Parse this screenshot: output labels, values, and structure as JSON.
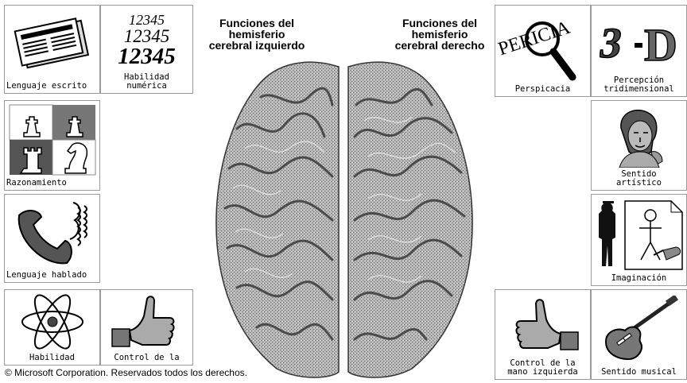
{
  "headings": {
    "left": "Funciones del\nhemisferio\ncerebral izquierdo",
    "right": "Funciones del\nhemisferio\ncerebral derecho"
  },
  "left_tiles": {
    "lenguaje_escrito": {
      "label": "Lenguaje escrito",
      "icon": "newspaper-icon"
    },
    "habilidad_numerica": {
      "label": "Habilidad\nnumérica",
      "numbers": [
        "12345",
        "12345",
        "12345"
      ],
      "icon": "numbers-icon"
    },
    "razonamiento": {
      "label": "Razonamiento",
      "icon": "chess-icon"
    },
    "lenguaje_hablado": {
      "label": "Lenguaje hablado",
      "icon": "telephone-icon"
    },
    "habilidad_cientifica": {
      "label": "Habilidad",
      "icon": "atom-icon"
    },
    "control_mano_derecha": {
      "label": "Control de la",
      "icon": "thumbs-up-hand-icon"
    }
  },
  "right_tiles": {
    "perspicacia": {
      "label": "Perspicacia",
      "lettering": "PERICIA",
      "icon": "magnifier-icon"
    },
    "percepcion": {
      "label": "Percepción\ntridimensional",
      "icon": "3d-icon"
    },
    "sentido_artistico": {
      "label": "Sentido\nartístico",
      "icon": "portrait-icon"
    },
    "imaginacion": {
      "label": "Imaginación",
      "icon": "drawing-icon"
    },
    "control_mano_izquierda": {
      "label": "Control de la\nmano izquierda",
      "icon": "thumbs-up-hand-icon"
    },
    "sentido_musical": {
      "label": "Sentido musical",
      "icon": "guitar-icon"
    }
  },
  "footer": "© Microsoft Corporation. Reservados todos los derechos.",
  "colors": {
    "tile_border": "#9a9a9a",
    "brain": "#7a7a7a",
    "background": "#ffffff"
  }
}
